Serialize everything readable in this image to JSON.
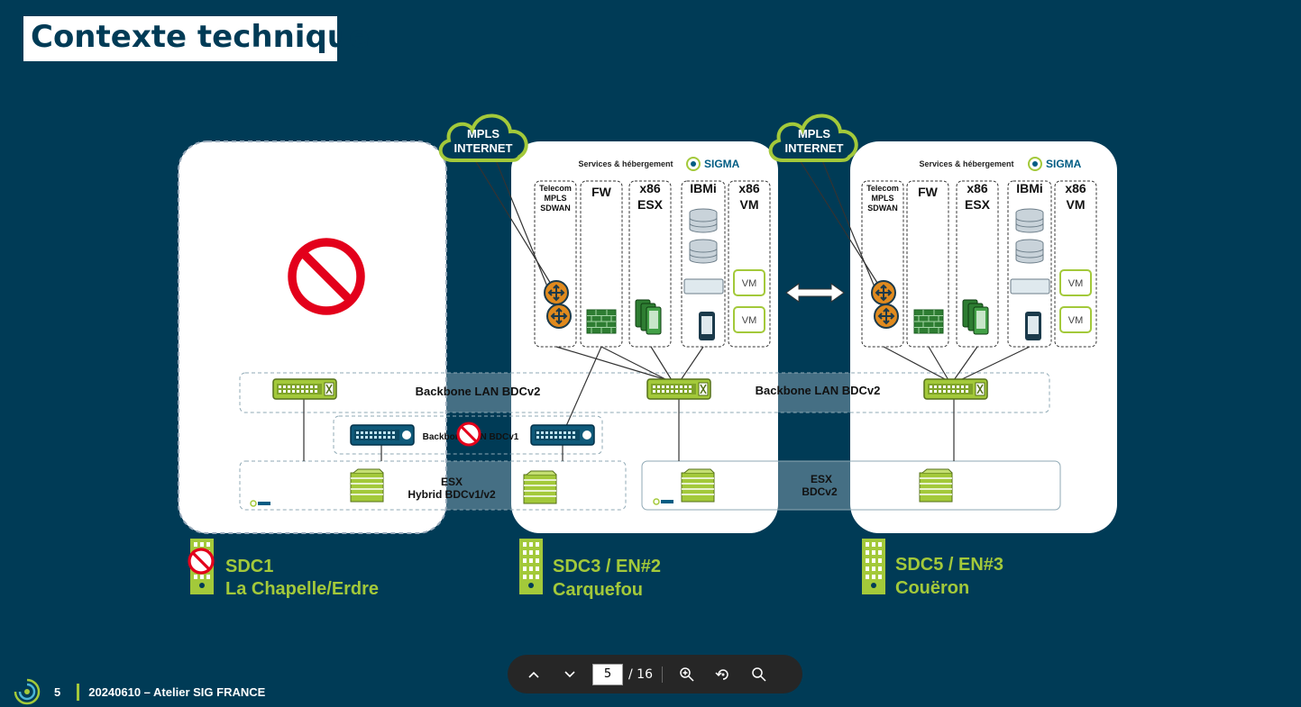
{
  "slide": {
    "title": "Contexte technique",
    "footer": {
      "page_number": "5",
      "text": "20240610 – Atelier SIG FRANCE"
    }
  },
  "diagram": {
    "clouds": [
      {
        "line1": "MPLS",
        "line2": "INTERNET"
      },
      {
        "line1": "MPLS",
        "line2": "INTERNET"
      }
    ],
    "services_header": "Services & hébergement",
    "logo_text": "SIGMA",
    "columns": [
      {
        "lines": [
          "Telecom",
          "MPLS",
          "SDWAN"
        ]
      },
      {
        "lines": [
          "FW"
        ]
      },
      {
        "lines": [
          "x86",
          "ESX"
        ]
      },
      {
        "lines": [
          "IBMi"
        ]
      },
      {
        "lines": [
          "x86",
          "VM"
        ]
      }
    ],
    "vm_label": "VM",
    "backbone_v2_label": "Backbone LAN BDCv2",
    "backbone_v1_label": "Backbone LAN BDCv1",
    "esx_hybrid": [
      "ESX",
      "Hybrid BDCv1/v2"
    ],
    "esx_bdcv2": [
      "ESX",
      "BDCv2"
    ],
    "sites": [
      {
        "name": "SDC1",
        "city": "La Chapelle/Erdre",
        "disabled": true
      },
      {
        "name": "SDC3 / EN#2",
        "city": "Carquefou",
        "disabled": false
      },
      {
        "name": "SDC5 / EN#3",
        "city": "Couëron",
        "disabled": false
      }
    ]
  },
  "viewer": {
    "current_page": "5",
    "total_pages": "/ 16",
    "icons": [
      "chevron-up-icon",
      "chevron-down-icon",
      "zoom-in-icon",
      "rotate-icon",
      "search-icon"
    ]
  },
  "colors": {
    "background": "#003b56",
    "accent": "#a3c93a",
    "site_green": "#a3c93a",
    "forbidden": "#e3001b"
  }
}
